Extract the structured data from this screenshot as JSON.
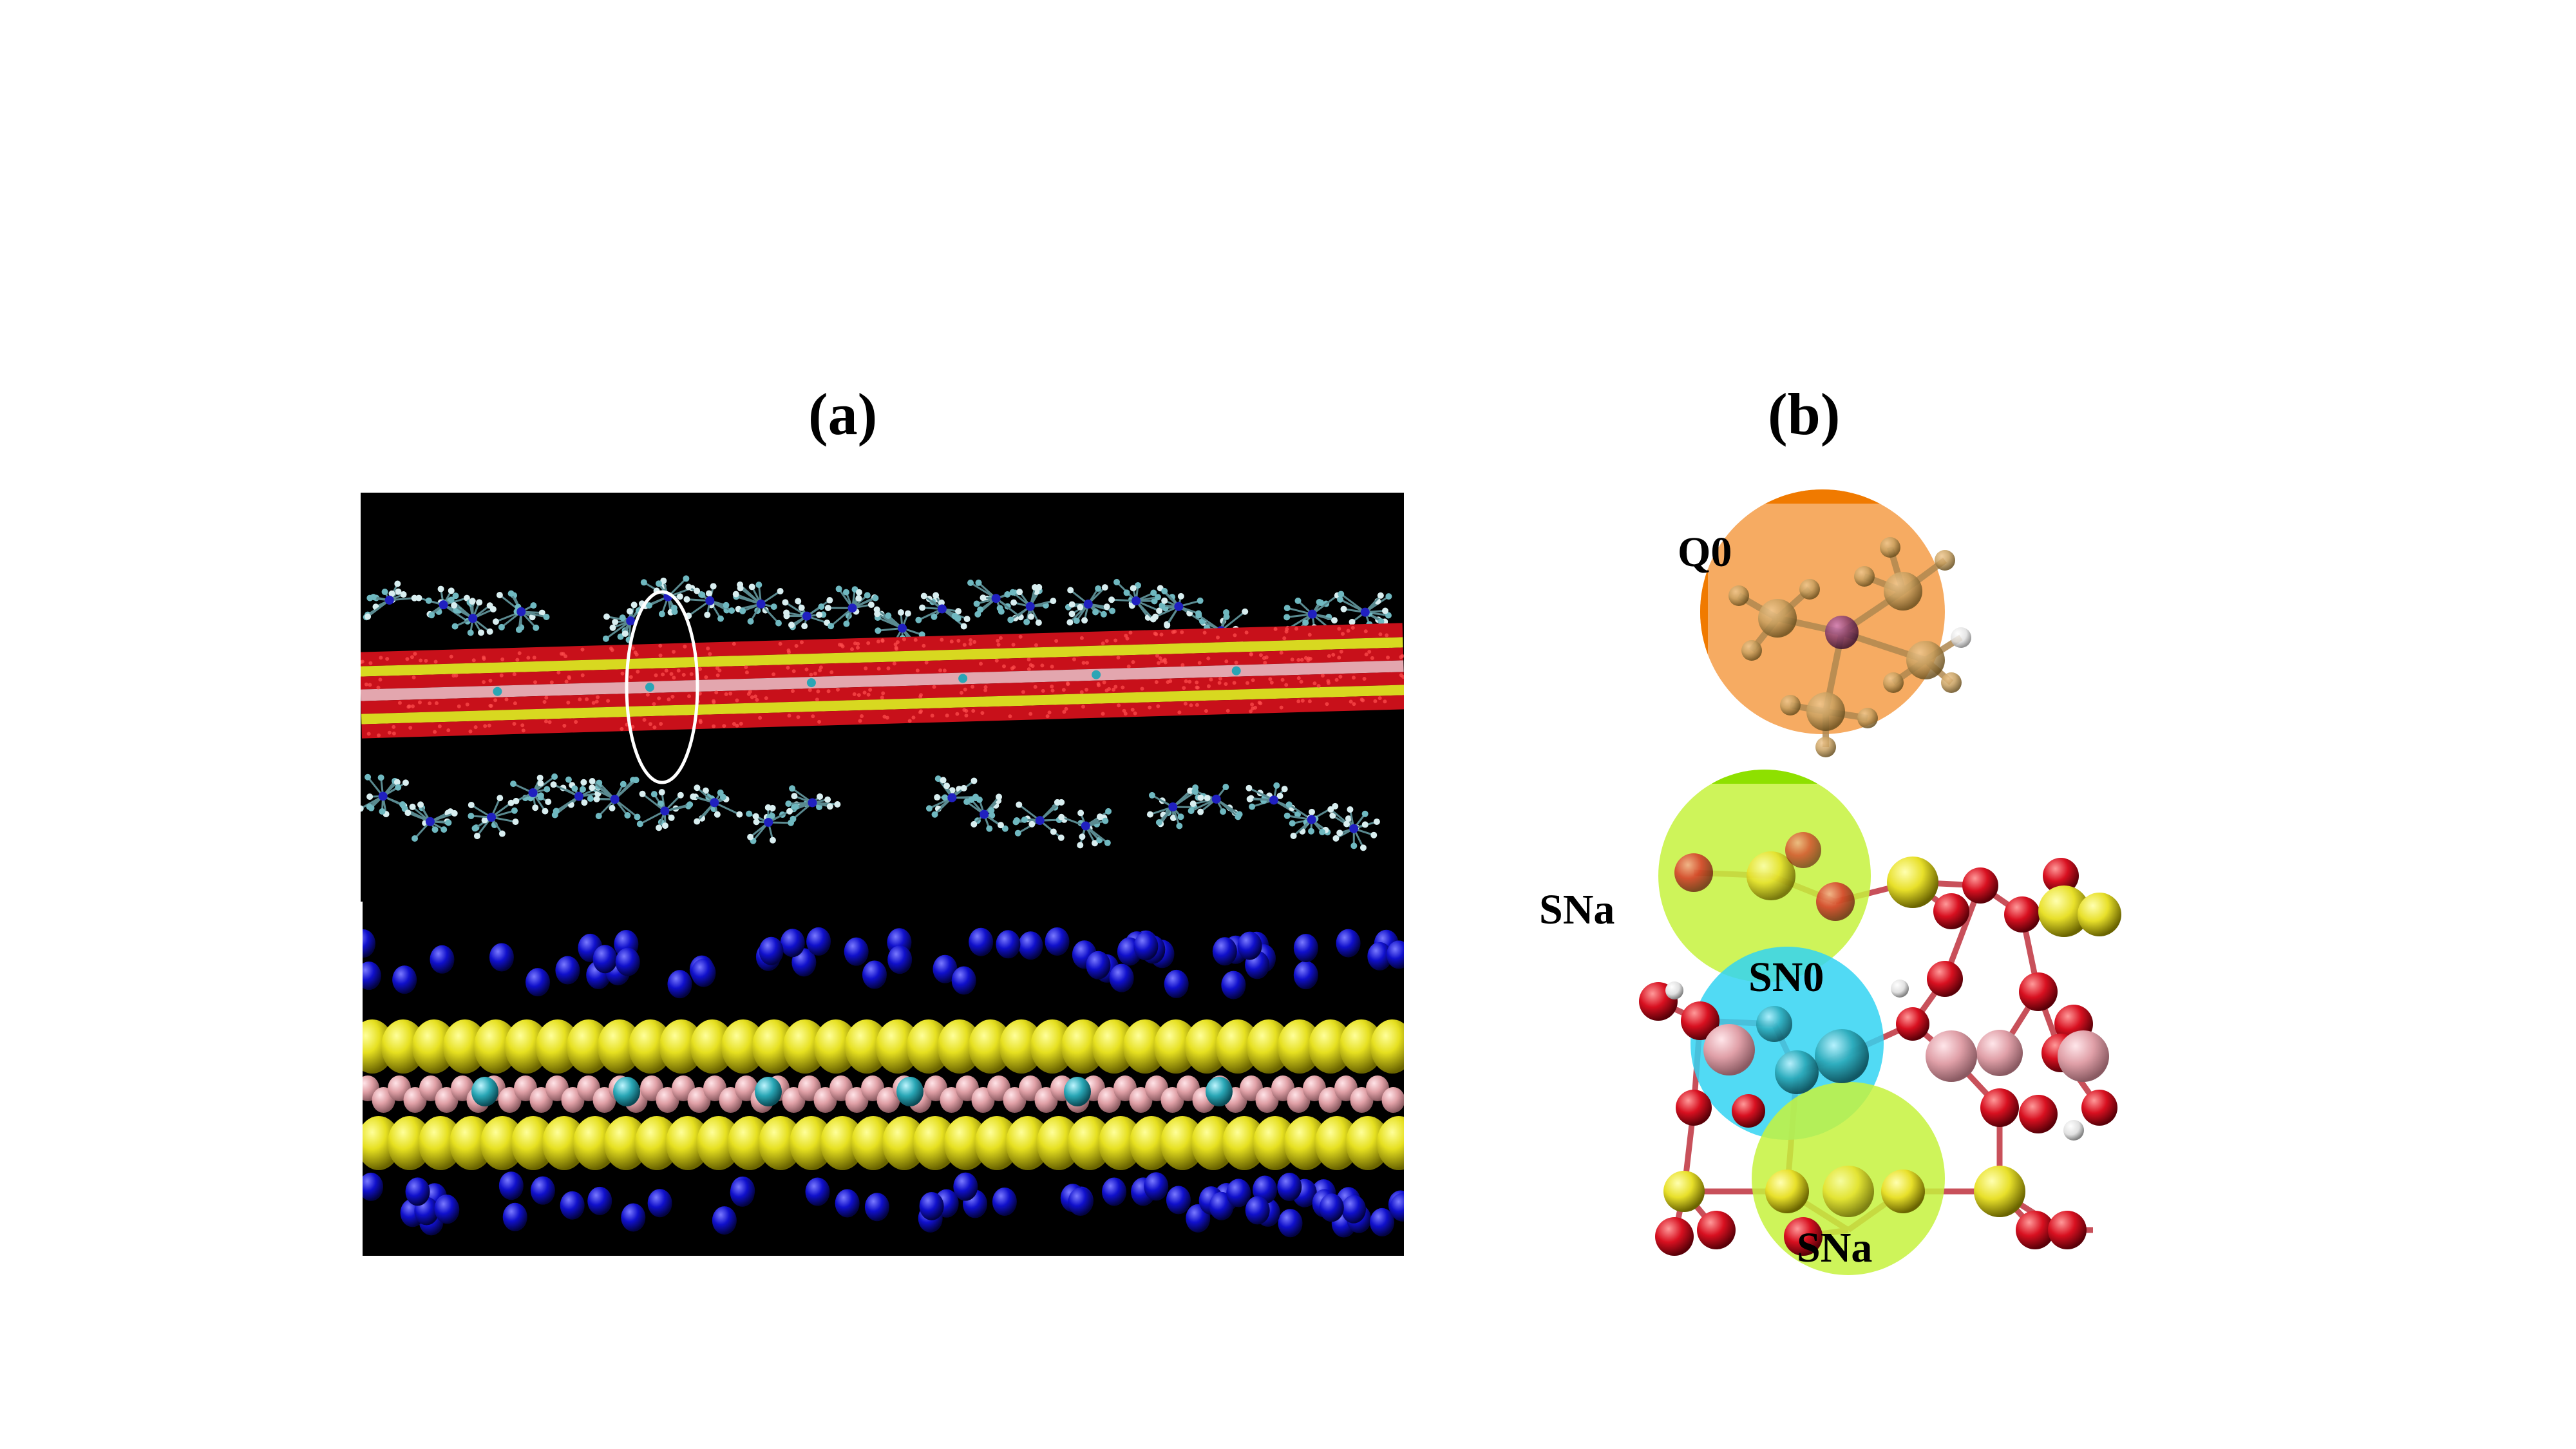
{
  "panels": {
    "a": {
      "label": "(a)"
    },
    "b": {
      "label": "(b)"
    }
  },
  "annotations": {
    "q0": "Q0",
    "sna_top": "SNa",
    "sn0": "SN0",
    "sna_bottom": "SNa"
  },
  "colors": {
    "background_dark": "#000000",
    "oxygen": "#d10f1a",
    "silicon": "#e6e62a",
    "aluminum": "#e8a0a8",
    "sodium": "#2aa5b5",
    "nitrogen": "#1414c8",
    "q0_highlight": "#f5a65a",
    "sna_highlight": "#c6f23d",
    "sn0_highlight": "#33d4f2"
  }
}
